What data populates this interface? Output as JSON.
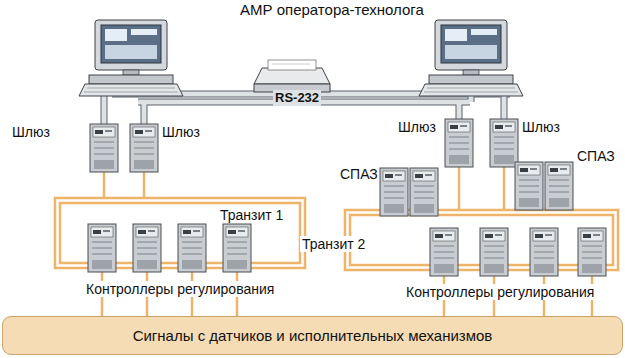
{
  "diagram": {
    "title": "АМР оператора-технолога",
    "nodes": [
      {
        "text": [
          "Сигналы с датчиков и исполнительных механизмов"
        ]
      }
    ],
    "labels": [
      "RS-232",
      "Шлюз",
      "Шлюз",
      "Шлюз",
      "Шлюз",
      "Транзит 1",
      "СПАЗ",
      "СПАЗ",
      "Транзит 2",
      "Контроллеры регулирования",
      "Контроллеры регулирования"
    ]
  }
}
